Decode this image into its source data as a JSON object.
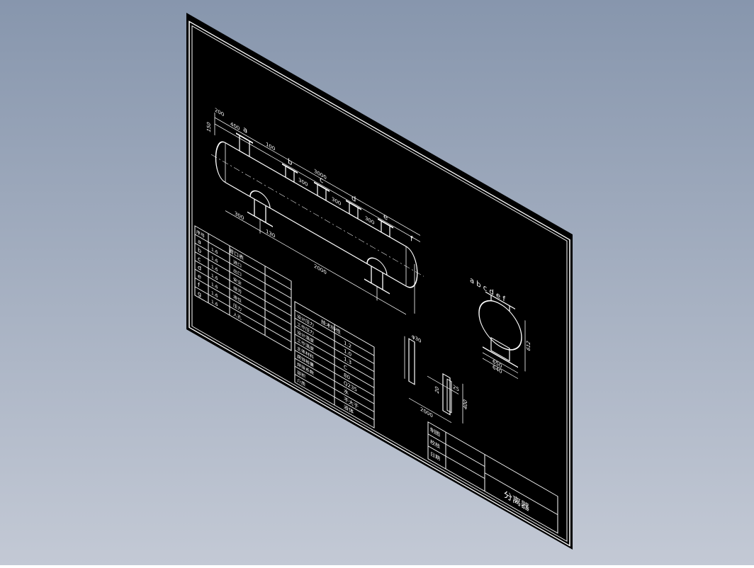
{
  "colors": {
    "bg_top": "#8796ad",
    "bg_bottom": "#c3c9d5",
    "sheet": "#000000",
    "line": "#ffffff"
  },
  "top_letters": {
    "a": "a",
    "b": "b",
    "c": "c",
    "d": "d",
    "e": "e",
    "f": "f"
  },
  "side_letters": "a b c d e f",
  "dims": {
    "d200": "200",
    "d400": "400",
    "d100": "100",
    "d3000": "3000",
    "d300a": "300",
    "d300b": "300",
    "d300c": "300",
    "d300d": "300",
    "d150": "150",
    "d130": "130",
    "d2000": "2000",
    "d650": "650",
    "d640": "640",
    "d612": "612",
    "d630": "φ30",
    "d25": "25",
    "d20": "20",
    "d400b": "400",
    "d2000b": "2000"
  },
  "nozzle_table": {
    "title": "管口表",
    "col_header": "序号",
    "rows": [
      {
        "mark": "a",
        "dn": "1.6",
        "use": "进口"
      },
      {
        "mark": "b",
        "dn": "1.6",
        "use": "出口"
      },
      {
        "mark": "c",
        "dn": "1.6",
        "use": "安全"
      },
      {
        "mark": "d",
        "dn": "1.6",
        "use": "排污"
      },
      {
        "mark": "e",
        "dn": "1.6",
        "use": "液位"
      },
      {
        "mark": "f",
        "dn": "1.6",
        "use": "压力"
      },
      {
        "mark": "g",
        "dn": "1.6",
        "use": "人孔"
      }
    ]
  },
  "spec_table": {
    "title": "技术特性",
    "rows": [
      {
        "k": "设计压力",
        "v": "1.2"
      },
      {
        "k": "工作压力",
        "v": "1.0"
      },
      {
        "k": "设计温度",
        "v": "1.3"
      },
      {
        "k": "工作温度",
        "v": "C"
      },
      {
        "k": "主体材料",
        "v": "80"
      },
      {
        "k": "腐蚀裕量",
        "v": "Q235"
      },
      {
        "k": "焊接系数",
        "v": "水"
      },
      {
        "k": "容积",
        "v": "不大于"
      },
      {
        "k": "介质",
        "v": "液体"
      }
    ]
  },
  "title_block": {
    "rows": [
      "制图",
      "校核",
      "日期"
    ],
    "name": "分离器"
  }
}
